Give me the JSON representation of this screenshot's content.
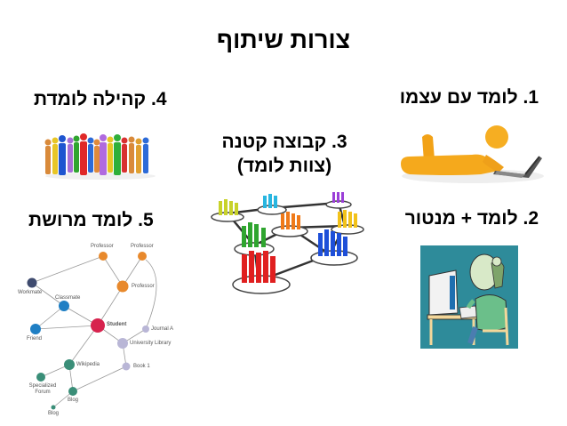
{
  "slide": {
    "title": "צורות שיתוף",
    "items": [
      {
        "number": "1",
        "label": "1. לומד עם עצמו",
        "image": "person-lying-with-laptop-icon"
      },
      {
        "number": "2",
        "label": "2. לומד + מנטור",
        "image": "mentor-over-shoulder-at-computer-icon"
      },
      {
        "number": "3",
        "label_line1": "3. קבוצה קטנה",
        "label_line2": "(צוות לומד)",
        "image": "connected-small-groups-network-icon"
      },
      {
        "number": "4",
        "label": "4. קהילה לומדת",
        "image": "colorful-crowd-icon"
      },
      {
        "number": "5",
        "label": "5. לומד מרושת",
        "image": "learner-network-graph"
      }
    ],
    "network_graph": {
      "nodes": [
        {
          "label": "Professor",
          "color": "#E8892C"
        },
        {
          "label": "Professor",
          "color": "#E8892C"
        },
        {
          "label": "Professor",
          "color": "#E8892C"
        },
        {
          "label": "Workmate",
          "color": "#3E4A6E"
        },
        {
          "label": "Classmate",
          "color": "#1F7FC4"
        },
        {
          "label": "Friend",
          "color": "#1F7FC4"
        },
        {
          "label": "Student",
          "color": "#D7234E"
        },
        {
          "label": "Journal A",
          "color": "#B9B6D6"
        },
        {
          "label": "University Library",
          "color": "#B9B6D6"
        },
        {
          "label": "Book 1",
          "color": "#B9B6D6"
        },
        {
          "label": "Wikipedia",
          "color": "#3A8E78"
        },
        {
          "label": "Specialized Forum",
          "color": "#3A8E78"
        },
        {
          "label": "Blog",
          "color": "#3A8E78"
        },
        {
          "label": "Blog",
          "color": "#3A8E78"
        }
      ]
    }
  }
}
